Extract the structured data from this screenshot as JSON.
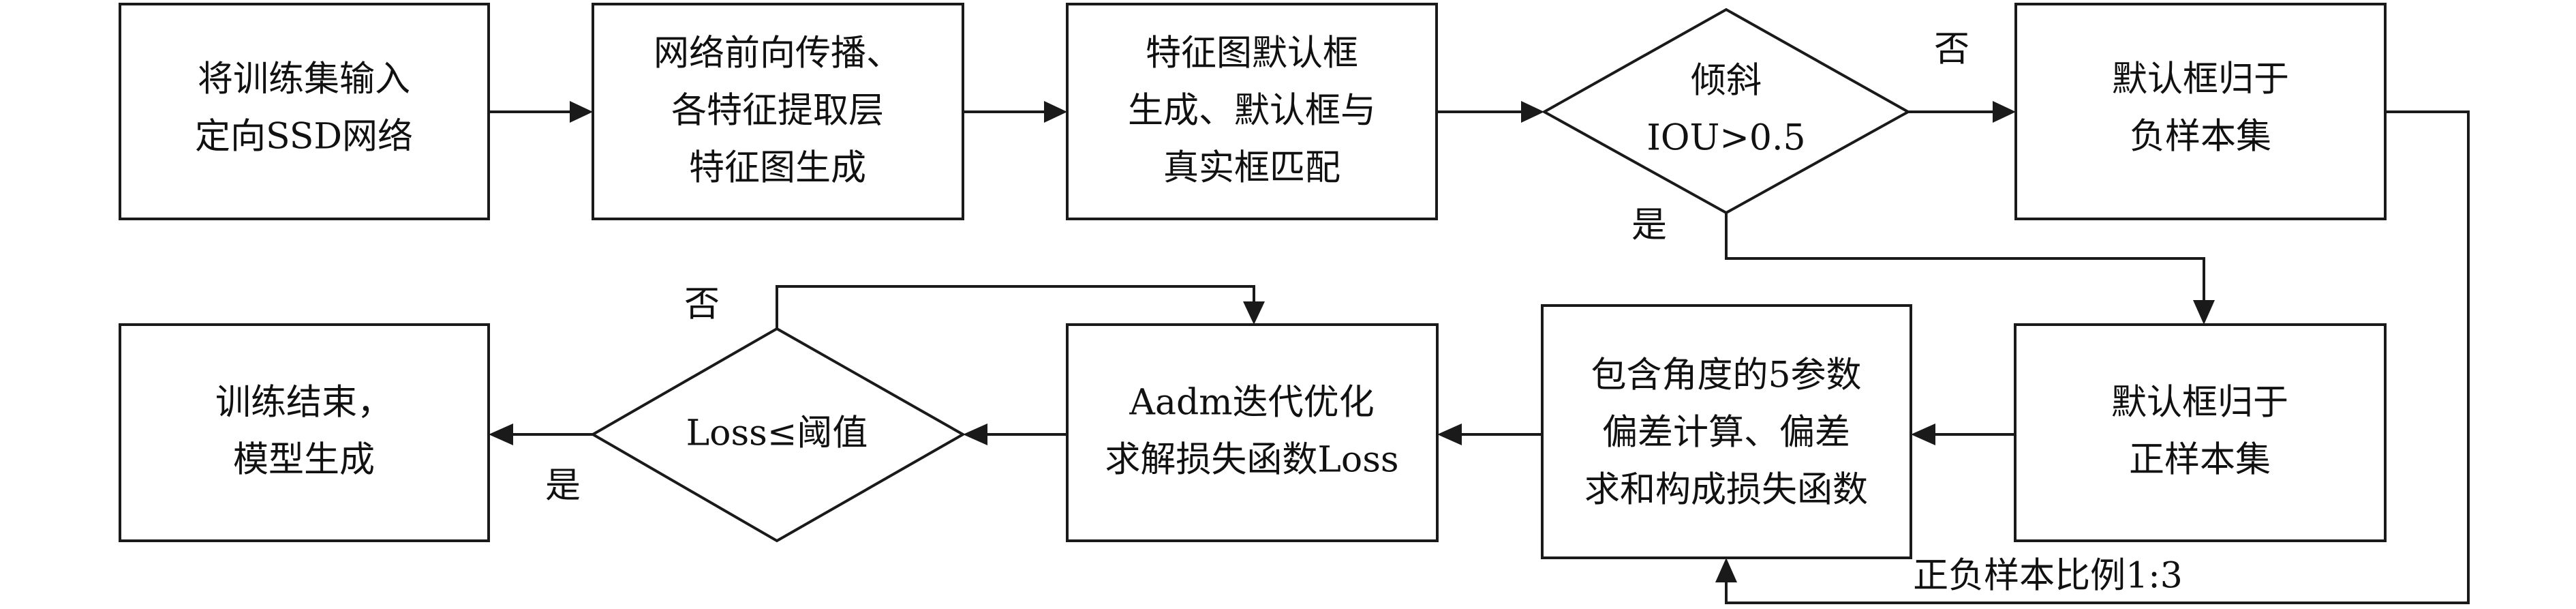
{
  "nodes": {
    "input": [
      "将训练集输入",
      "定向SSD网络"
    ],
    "forward": [
      "网络前向传播、",
      "各特征提取层",
      "特征图生成"
    ],
    "default_box": [
      "特征图默认框",
      "生成、默认框与",
      "真实框匹配"
    ],
    "iou": [
      "倾斜",
      "IOU>0.5"
    ],
    "negative": [
      "默认框归于",
      "负样本集"
    ],
    "positive": [
      "默认框归于",
      "正样本集"
    ],
    "loss_calc": [
      "包含角度的5参数",
      "偏差计算、偏差",
      "求和构成损失函数"
    ],
    "optimize": [
      "Aadm迭代优化",
      "求解损失函数Loss"
    ],
    "check": [
      "Loss≤阈值"
    ],
    "end": [
      "训练结束，",
      "模型生成"
    ]
  },
  "edge_labels": {
    "iou_no": "否",
    "iou_yes": "是",
    "check_no": "否",
    "check_yes": "是",
    "ratio": "正负样本比例1:3"
  }
}
